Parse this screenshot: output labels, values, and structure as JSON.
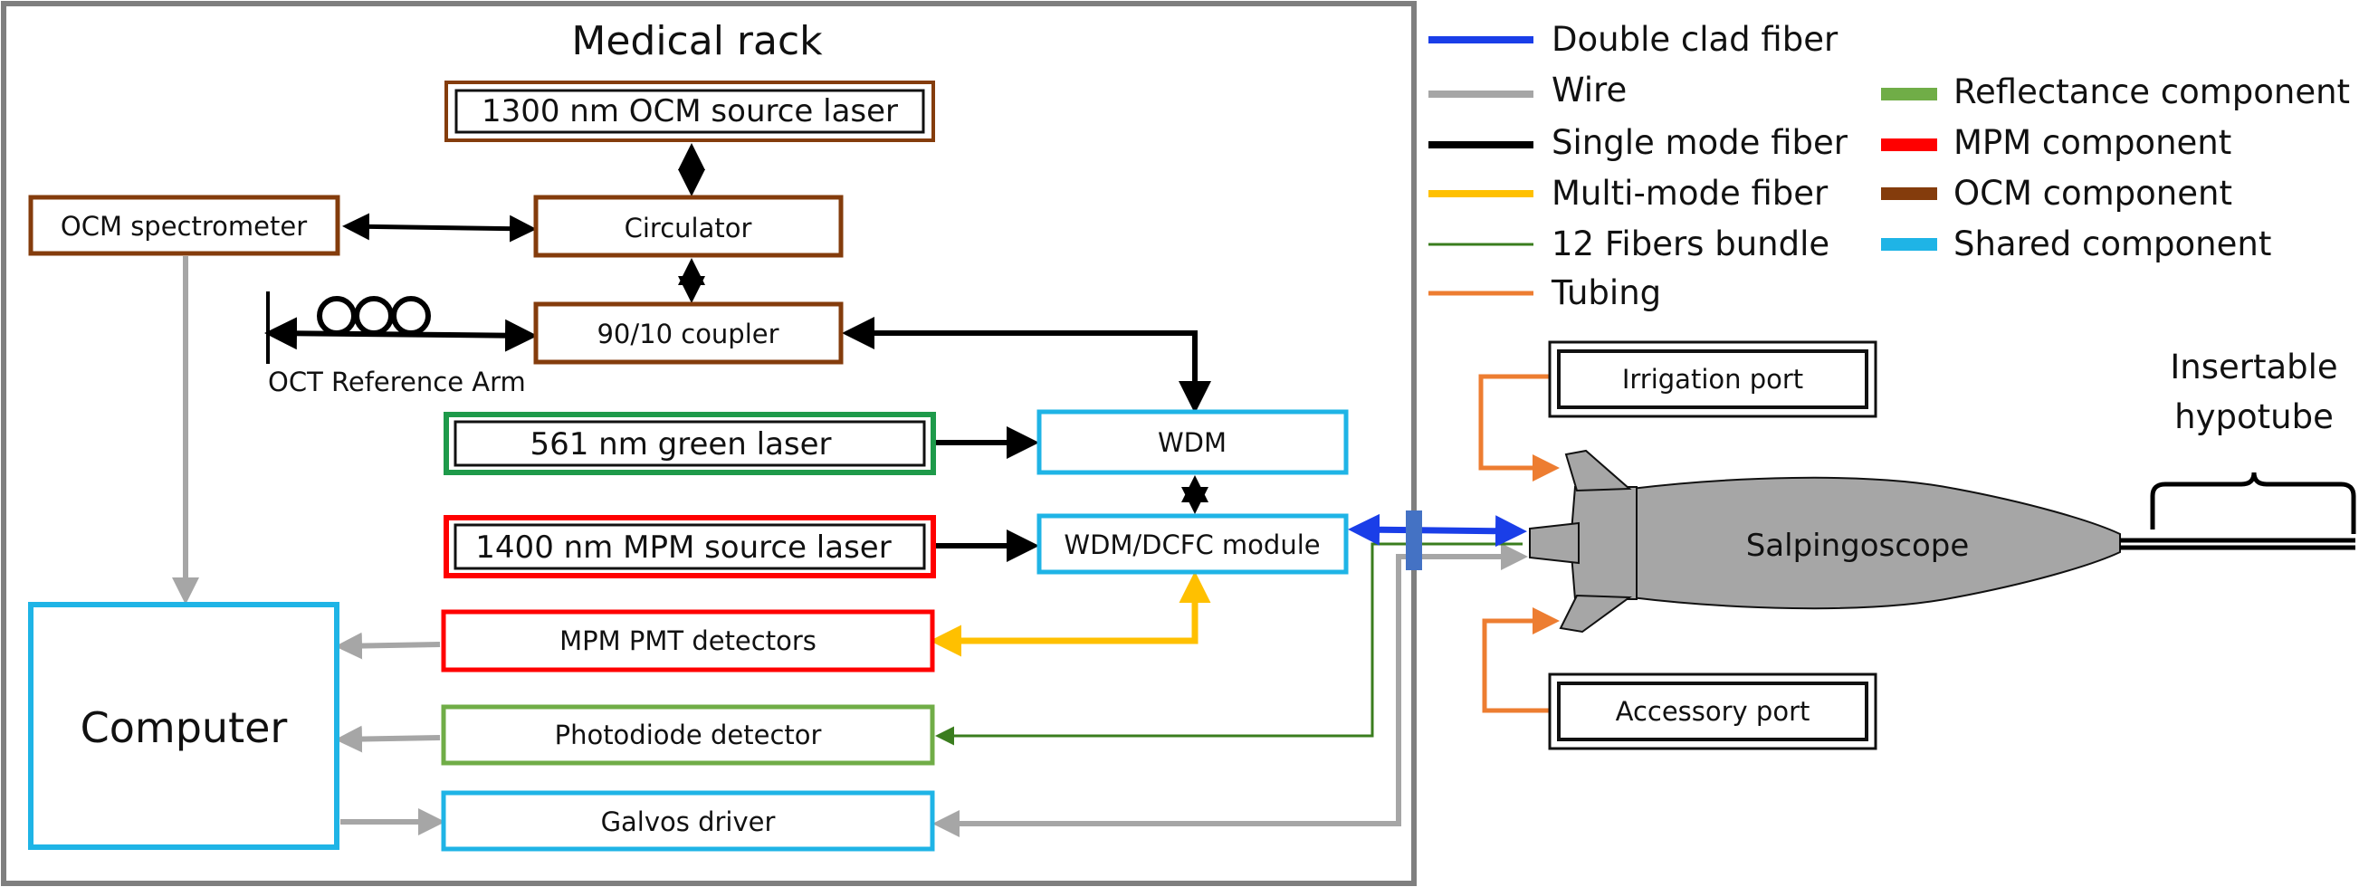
{
  "rack_title": "Medical rack",
  "boxes": {
    "ocm_source": "1300 nm OCM source laser",
    "ocm_spectrometer": "OCM spectrometer",
    "circulator": "Circulator",
    "coupler": "90/10 coupler",
    "green_laser": "561 nm green laser",
    "mpm_source": "1400 nm MPM source laser",
    "wdm": "WDM",
    "wdm_dcfc": "WDM/DCFC module",
    "computer": "Computer",
    "pmt": "MPM PMT detectors",
    "photodiode": "Photodiode detector",
    "galvos": "Galvos driver",
    "irrigation": "Irrigation port",
    "accessory": "Accessory port"
  },
  "reference_arm_label": "OCT Reference Arm",
  "salpingoscope_label": "Salpingoscope",
  "hypotube_label": [
    "Insertable",
    "hypotube"
  ],
  "legend_lines": [
    {
      "label": "Double clad fiber",
      "color": "#1a3ee8"
    },
    {
      "label": "Wire",
      "color": "#a6a6a6"
    },
    {
      "label": "Single mode fiber",
      "color": "#000000"
    },
    {
      "label": "Multi-mode fiber",
      "color": "#ffc000"
    },
    {
      "label": "12 Fibers bundle",
      "color": "#3a7d1e"
    },
    {
      "label": "Tubing",
      "color": "#ed7d31"
    }
  ],
  "legend_components": [
    {
      "label": "Reflectance component",
      "color": "#70ad47"
    },
    {
      "label": "MPM component",
      "color": "#ff0000"
    },
    {
      "label": "OCM component",
      "color": "#843c0c"
    },
    {
      "label": "Shared component",
      "color": "#1fb4e6"
    }
  ],
  "colors": {
    "ocm": "#843c0c",
    "mpm": "#ff0000",
    "reflect": "#70ad47",
    "green_laser_border": "#1e9a4a",
    "shared": "#1fb4e6",
    "single_mode": "#000000",
    "wire": "#a6a6a6",
    "multimode": "#ffc000",
    "bundle": "#3a7d1e",
    "tubing": "#ed7d31",
    "double_clad": "#1a3ee8",
    "rack_border": "#7f7f7f",
    "scope_fill": "#a6a6a6",
    "connector": "#4472c4"
  }
}
